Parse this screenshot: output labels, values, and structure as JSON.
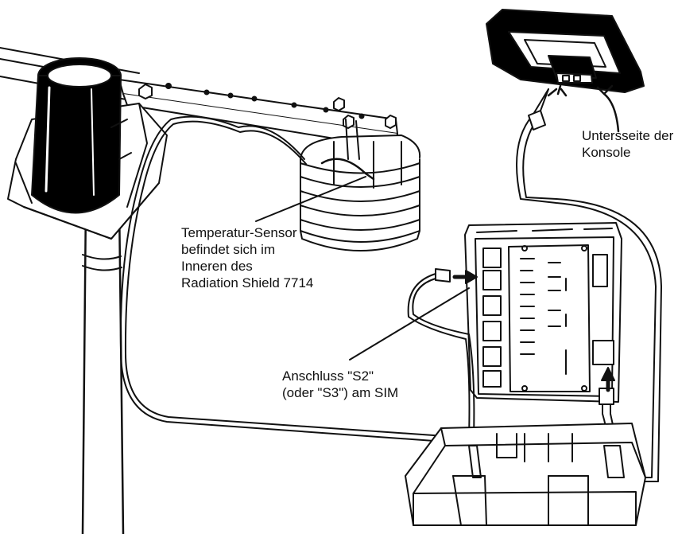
{
  "labels": {
    "console": [
      "Untersseite der",
      "Konsole"
    ],
    "sensor": [
      "Temperatur-Sensor",
      "befindet sich im",
      "Inneren des",
      "Radiation Shield 7714"
    ],
    "port": [
      "Anschluss \"S2\"",
      "(oder \"S3\") am SIM"
    ]
  },
  "colors": {
    "ink": "#111111",
    "paper": "#ffffff",
    "fill": "#000000"
  },
  "icons": {
    "rain_collector": "rain-collector-icon",
    "radiation_shield": "radiation-shield-icon",
    "console": "console-icon",
    "sim_board": "sim-board-icon",
    "junction_box": "junction-box-icon",
    "mounting_pole": "mounting-pole-icon",
    "mounting_arm": "mounting-arm-icon"
  }
}
